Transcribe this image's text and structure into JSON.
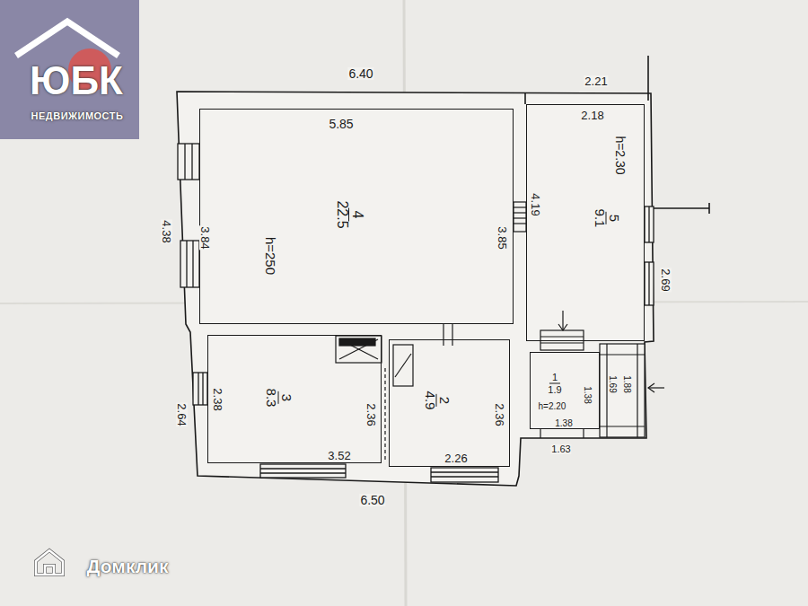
{
  "diagram": {
    "nodes": [
      {
        "text": [
          "4",
          "22.5",
          "h=250"
        ]
      },
      {
        "text": [
          "5",
          "9.1",
          "h=2.30"
        ]
      },
      {
        "text": [
          "3",
          "8.3"
        ]
      },
      {
        "text": [
          "2",
          "4.9"
        ]
      },
      {
        "text": [
          "1",
          "1.9",
          "h=2.20"
        ]
      }
    ],
    "labels": [
      "ЮБК",
      "НЕДВИЖИМОСТЬ",
      "6.40",
      "2.21",
      "5.85",
      "2.18",
      "4.38",
      "3.84",
      "3.85",
      "4.19",
      "2.69",
      "2.64",
      "2.38",
      "2.36",
      "2.36",
      "3.52",
      "2.26",
      "6.50",
      "1.38",
      "1.38",
      "1.63",
      "1.69",
      "1.88",
      "Домклик"
    ]
  }
}
